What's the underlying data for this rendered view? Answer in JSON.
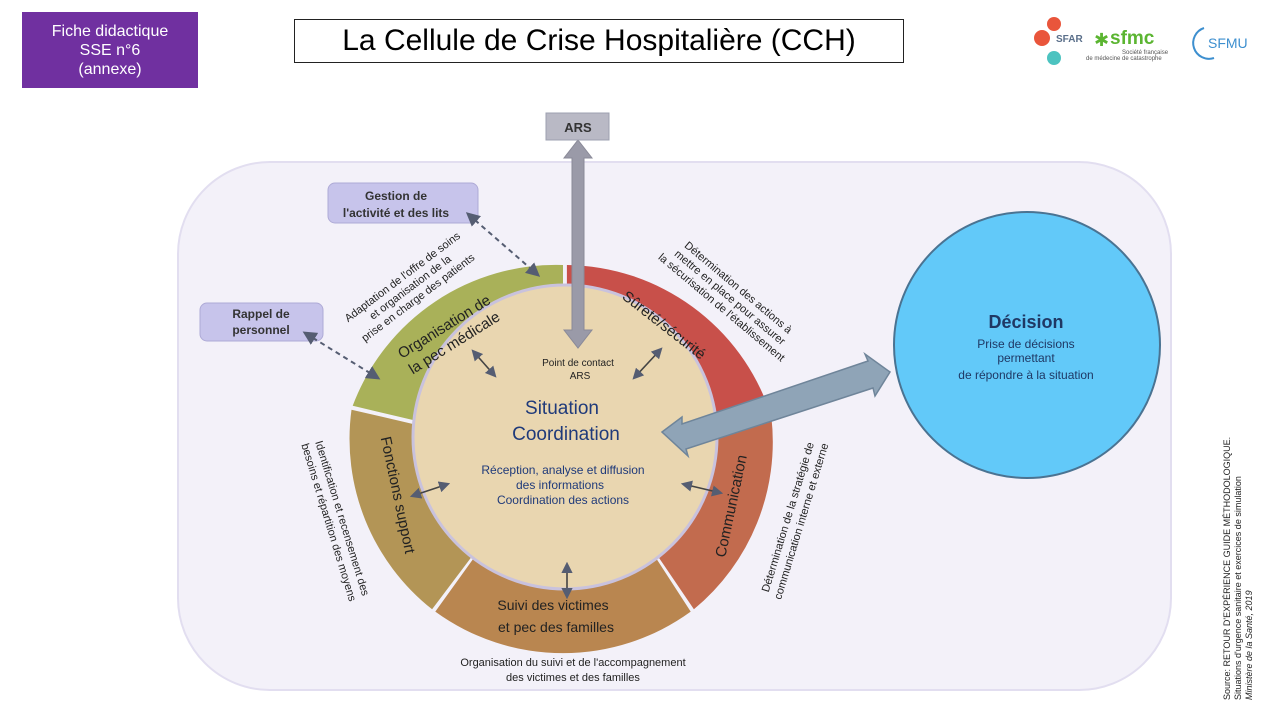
{
  "badge": {
    "line1": "Fiche didactique",
    "line2": "SSE  n°6",
    "line3": "(annexe)"
  },
  "title": "La Cellule de Crise Hospitalière (CCH)",
  "logos": {
    "sfar": "SFAR",
    "sfmc": "sfmc",
    "sfmc_sub1": "Société française",
    "sfmc_sub2": "de médecine de catastrophe",
    "sfmu": "SFMU"
  },
  "source": {
    "line1": "Source: RETOUR D'EXPÉRIENCE GUIDE MÉTHODOLOGIQUE.",
    "line2": "Situations d'urgence sanitaire et exercices de simulation",
    "line3": "Ministère de la Santé, 2019"
  },
  "diagram": {
    "ars": "ARS",
    "gestion": {
      "line1": "Gestion de",
      "line2": "l'activité et des lits"
    },
    "rappel": {
      "line1": "Rappel de",
      "line2": "personnel"
    },
    "center": {
      "contact_line1": "Point de contact",
      "contact_line2": "ARS",
      "title_line1": "Situation",
      "title_line2": "Coordination",
      "desc_line1": "Réception, analyse et diffusion",
      "desc_line2": "des informations",
      "desc_line3": "Coordination des actions"
    },
    "segments": {
      "organisation": {
        "line1": "Organisation de",
        "line2": "la pec médicale"
      },
      "surete": "Sûreté/sécurité",
      "communication": "Communication",
      "suivi": {
        "line1": "Suivi des victimes",
        "line2": "et pec des familles"
      },
      "fonctions": "Fonctions support"
    },
    "outer_labels": {
      "organisation": {
        "line1": "Adaptation de l'offre de soins",
        "line2": "et organisation de la",
        "line3": "prise en charge des patients"
      },
      "surete": {
        "line1": "Détermination des actions à",
        "line2": "mettre en place pour assurer",
        "line3": "la sécurisation de l'établissement"
      },
      "communication": {
        "line1": "Détermination de la stratégie de",
        "line2": "communication interne et externe"
      },
      "suivi": {
        "line1": "Organisation du suivi et  de l'accompagnement",
        "line2": "des victimes et des familles"
      },
      "fonctions": {
        "line1": "Identification et recensement des",
        "line2": "besoins et répartition des moyens"
      }
    },
    "decision": {
      "title": "Décision",
      "line1": "Prise de décisions",
      "line2": "permettant",
      "line3": "de répondre  à la situation"
    }
  },
  "colors": {
    "badge": "#7030a0",
    "panel": "#f3f1f9",
    "organisation": "#a9b159",
    "surete": "#c8504a",
    "communication": "#c26b4e",
    "suivi": "#b98650",
    "fonctions": "#b39556",
    "center": "#e9d6b0",
    "decision": "#62c9f9",
    "box": "#c7c4eb",
    "arrow": "#8fa4b7"
  }
}
